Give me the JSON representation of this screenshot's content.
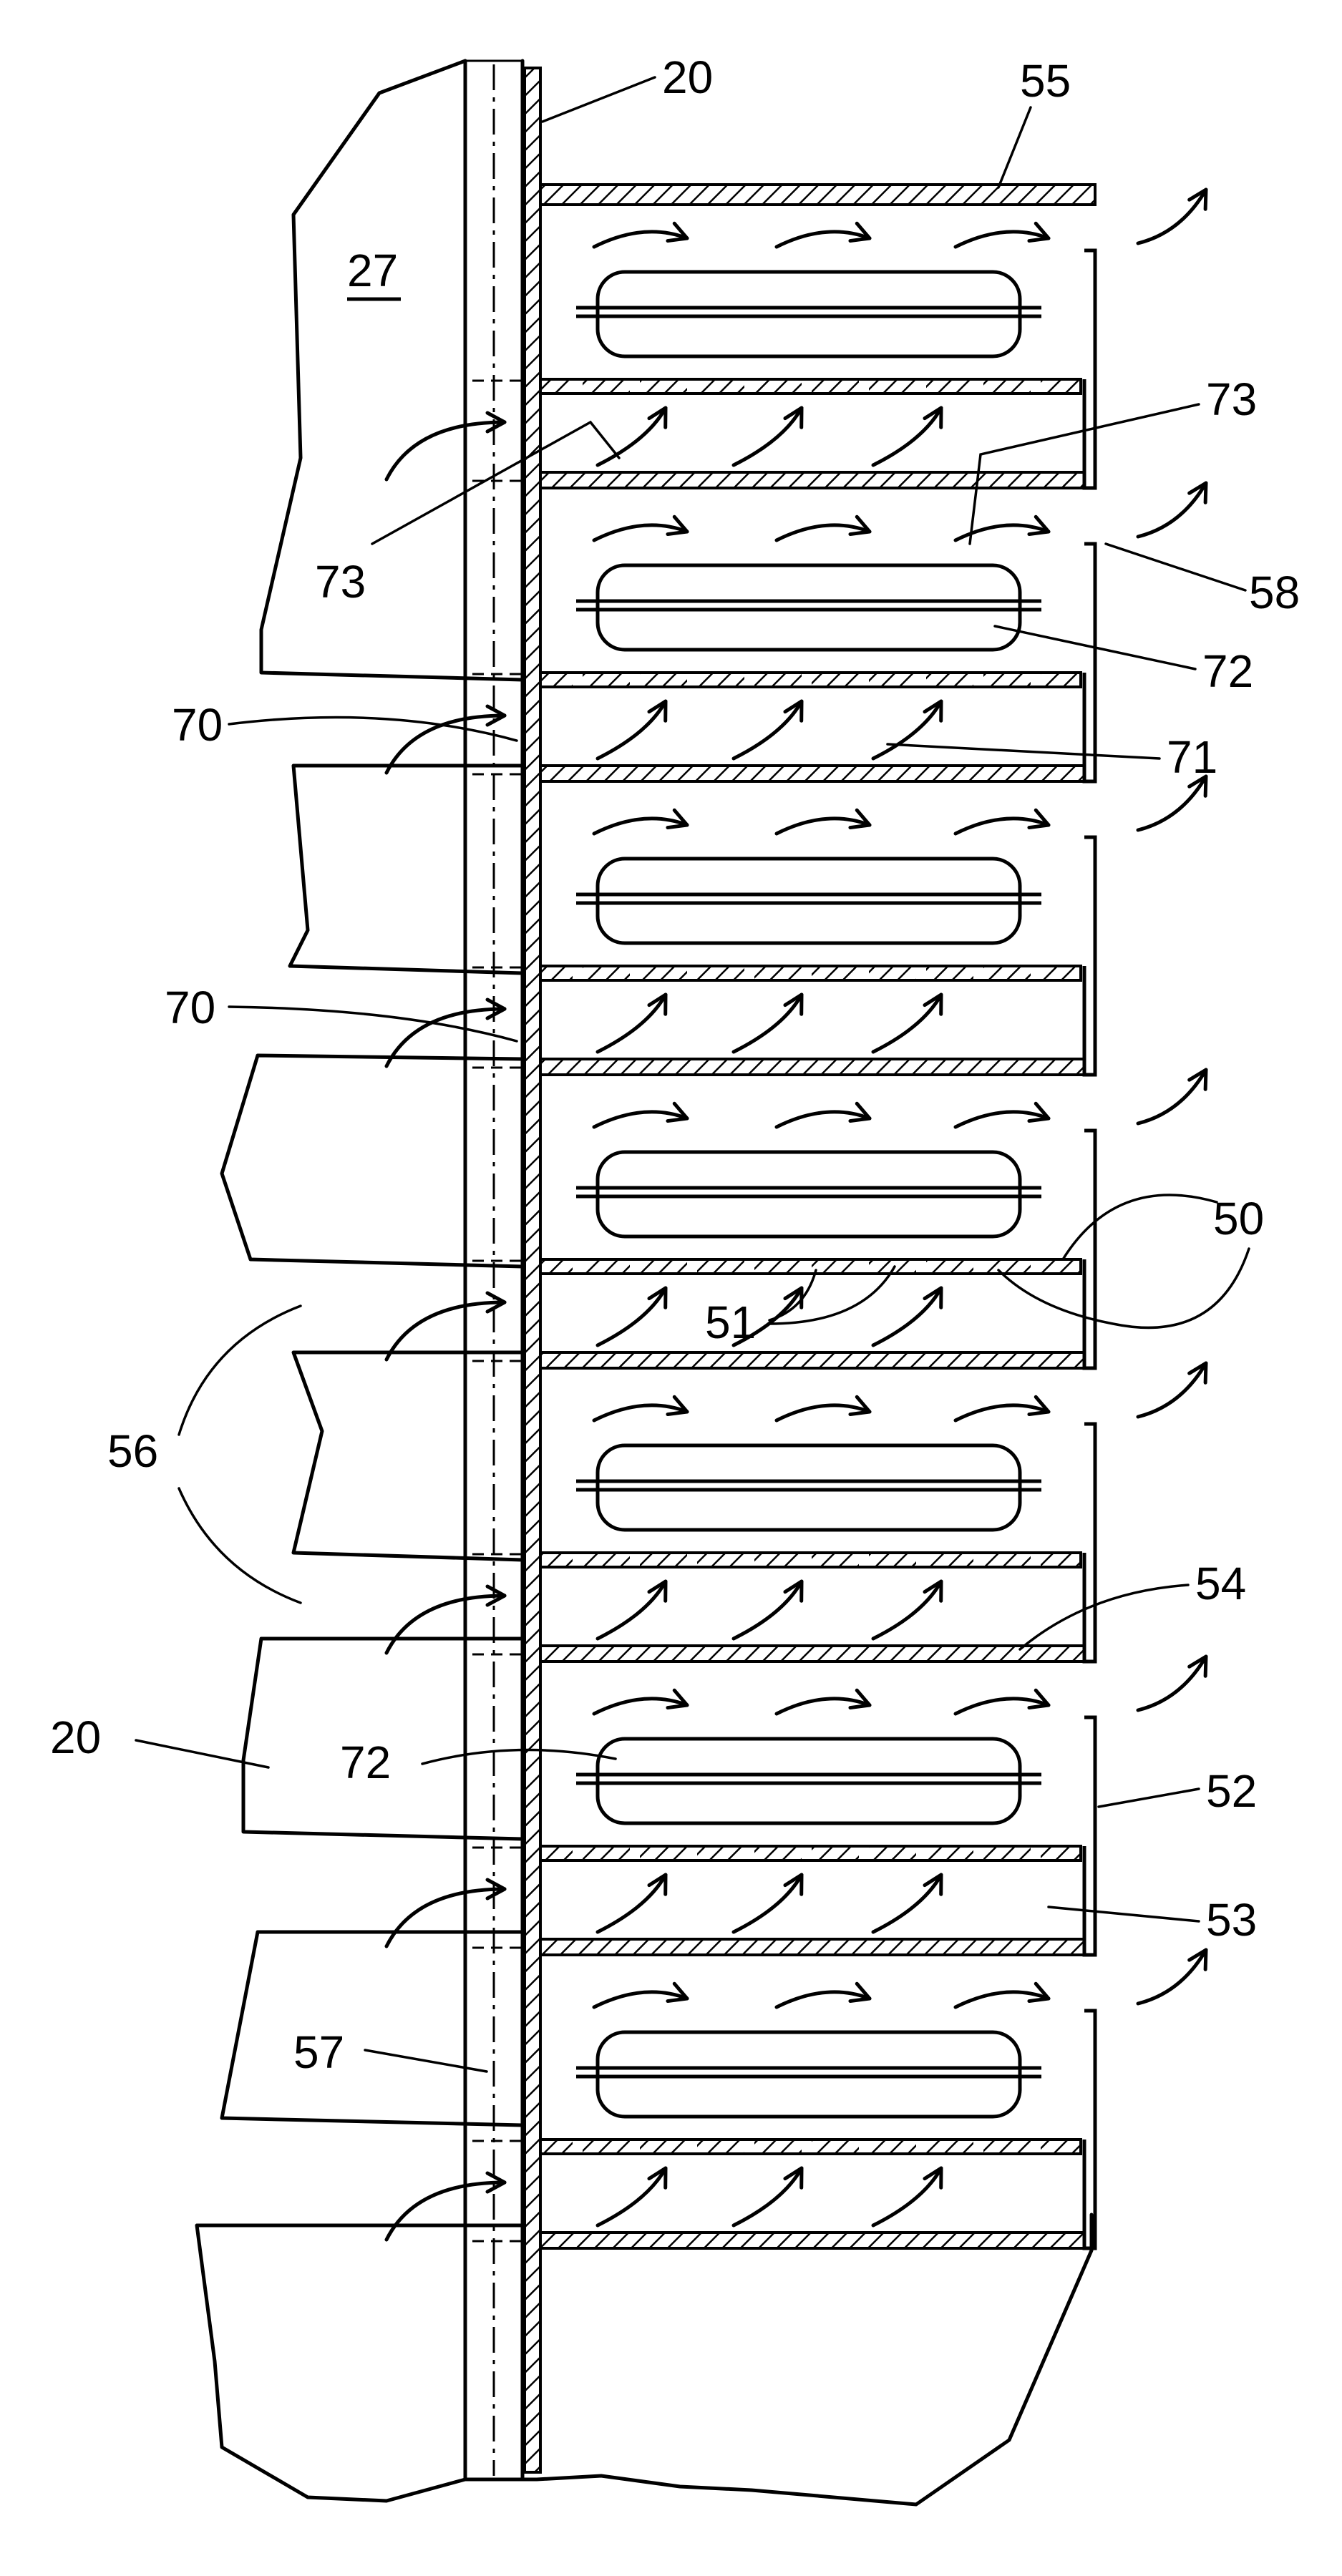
{
  "figure": {
    "labels": {
      "l20_top": "20",
      "l55": "55",
      "l27": "27",
      "l73_left": "73",
      "l73_right": "73",
      "l58": "58",
      "l72_right": "72",
      "l70_a": "70",
      "l71": "71",
      "l70_b": "70",
      "l50": "50",
      "l51": "51",
      "l56": "56",
      "l54": "54",
      "l20_left": "20",
      "l72_left": "72",
      "l52": "52",
      "l53": "53",
      "l57": "57"
    }
  }
}
